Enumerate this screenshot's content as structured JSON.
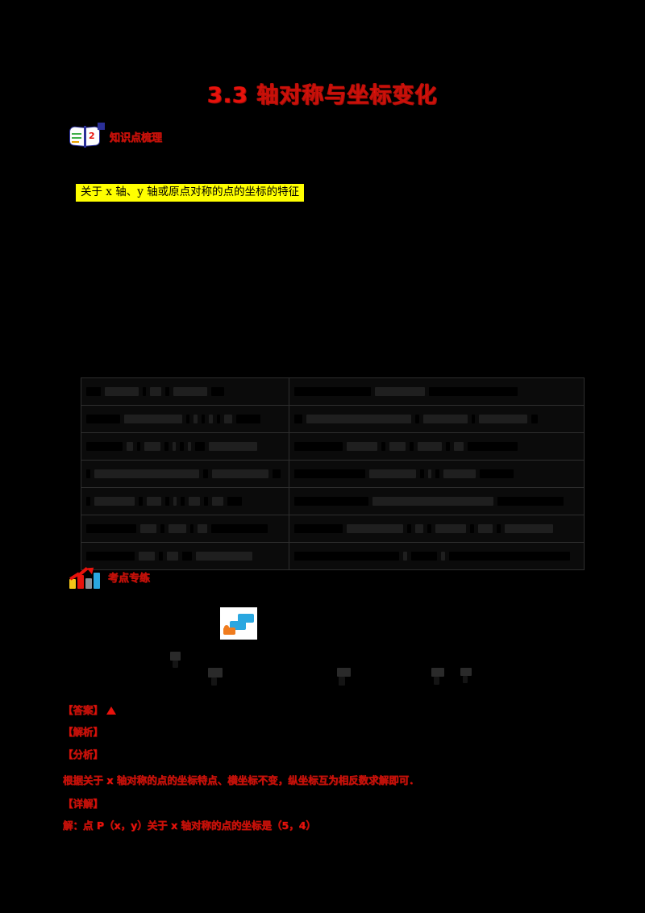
{
  "document": {
    "title": "3.3 轴对称与坐标变化",
    "background_color": "#000000",
    "title_color": "#e8120c"
  },
  "sections": [
    {
      "id": "knowledge",
      "icon": "book-icon",
      "label": "知识点梳理",
      "label_color": "#e8120c"
    },
    {
      "id": "examples",
      "icon": "growth-chart-icon",
      "label": "考点专练",
      "label_color": "#e8120c"
    }
  ],
  "highlight": {
    "text": "关于 x 轴、y 轴或原点对称的点的坐标的特征",
    "background_color": "#ffff00",
    "text_color": "#000000"
  },
  "table": {
    "columns": 2,
    "rows": [
      {
        "left": "",
        "right": "",
        "left_blocks": [
          18,
          42,
          4,
          14,
          5,
          42,
          16
        ],
        "right_blocks": [
          95,
          62,
          110
        ]
      },
      {
        "left": "",
        "right": "",
        "left_blocks": [
          42,
          72,
          4,
          5,
          4,
          5,
          4,
          10,
          30
        ],
        "right_blocks": [
          10,
          130,
          5,
          55,
          4,
          60,
          8
        ]
      },
      {
        "left": "",
        "right": "",
        "left_blocks": [
          45,
          8,
          4,
          20,
          5,
          4,
          5,
          4,
          12,
          60
        ],
        "right_blocks": [
          60,
          38,
          5,
          20,
          5,
          30,
          5,
          12,
          62
        ]
      },
      {
        "left": "",
        "right": "",
        "left_blocks": [
          5,
          130,
          6,
          70,
          10
        ],
        "right_blocks": [
          88,
          58,
          5,
          4,
          5,
          40,
          42
        ]
      },
      {
        "left": "",
        "right": "",
        "left_blocks": [
          5,
          50,
          5,
          18,
          5,
          4,
          5,
          14,
          5,
          14,
          18
        ],
        "right_blocks": [
          92,
          150,
          82
        ]
      },
      {
        "left": "",
        "right": "",
        "left_blocks": [
          62,
          20,
          5,
          22,
          4,
          12,
          70
        ],
        "right_blocks": [
          60,
          70,
          5,
          10,
          5,
          38,
          5,
          18,
          5,
          60
        ]
      },
      {
        "left": "",
        "right": "",
        "left_blocks": [
          60,
          20,
          5,
          14,
          12,
          70
        ],
        "right_blocks": [
          130,
          5,
          32,
          5,
          150
        ]
      }
    ]
  },
  "step_icon": {
    "name": "stair-step-icon"
  },
  "answers": [
    {
      "id": "ans-1",
      "text": "【答案】",
      "has_triangle": true
    },
    {
      "id": "ans-2",
      "text": "【解析】",
      "has_triangle": false
    },
    {
      "id": "ans-3",
      "text": "【分析】",
      "has_triangle": false
    },
    {
      "id": "ans-4",
      "text": "根据关于 x 轴对称的点的坐标特点、横坐标不变，纵坐标互为相反数求解即可．",
      "has_triangle": false
    },
    {
      "id": "ans-5",
      "text": "【详解】",
      "has_triangle": false
    },
    {
      "id": "ans-6",
      "text": "解：点 P（x，y）关于 x 轴对称的点的坐标是（5，4）",
      "has_triangle": false
    }
  ]
}
